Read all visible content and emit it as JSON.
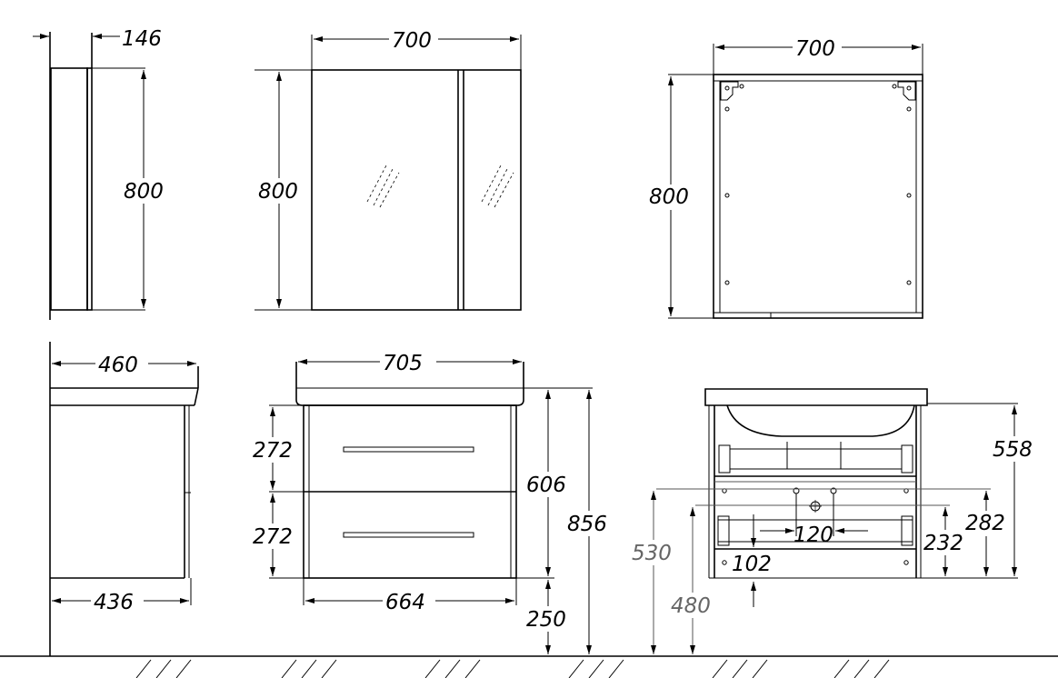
{
  "dimensions": {
    "mirror_side_depth": "146",
    "mirror_side_height": "800",
    "mirror_front_width": "700",
    "mirror_front_height": "800",
    "mirror_back_width": "700",
    "mirror_back_height": "800",
    "vanity_side_top_depth": "460",
    "vanity_side_bottom_depth": "436",
    "vanity_front_top_width": "705",
    "vanity_front_drawer_upper": "272",
    "vanity_front_drawer_lower": "272",
    "vanity_front_body_height": "606",
    "vanity_front_total_height": "856",
    "vanity_front_body_width": "664",
    "vanity_front_floor_gap": "250",
    "vanity_back_total_height": "558",
    "vanity_back_hole_height": "282",
    "vanity_back_drain_height": "232",
    "vanity_back_mount_height": "530",
    "vanity_back_bracket_height": "480",
    "vanity_back_hole_spacing": "120",
    "vanity_back_offset": "102"
  }
}
